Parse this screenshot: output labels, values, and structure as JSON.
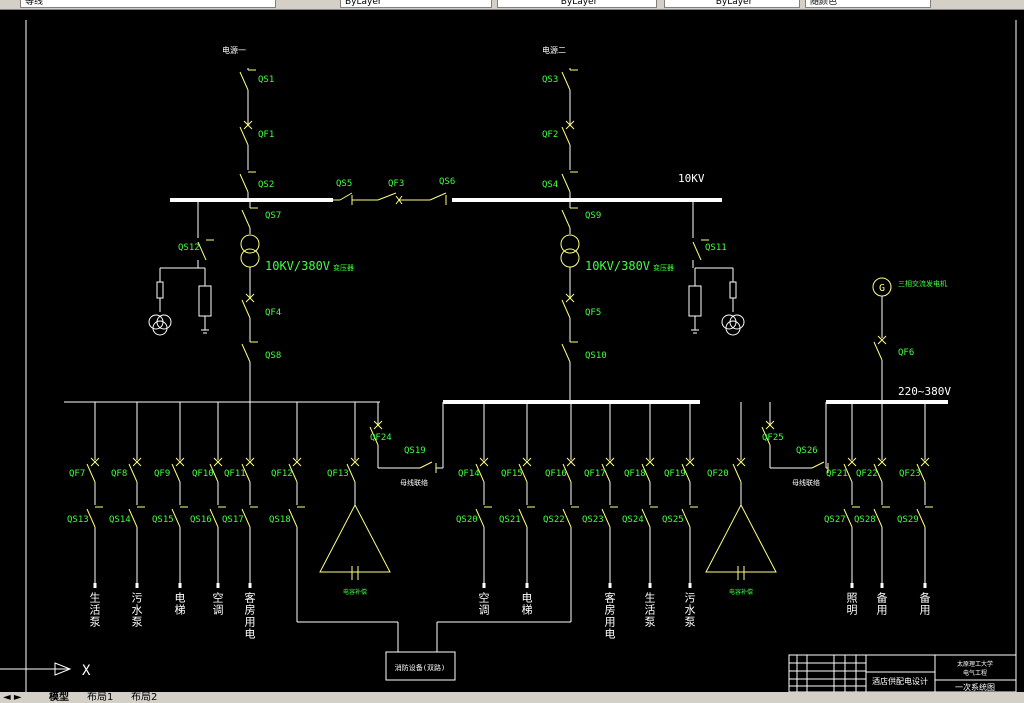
{
  "toolbar": {
    "linetype": "等线",
    "color": "ByLayer",
    "linetype_select": "ByLayer",
    "lineweight": "ByLayer",
    "plotstyle": "随颜色"
  },
  "tabs": [
    "模型",
    "布局1",
    "布局2"
  ],
  "colors": {
    "background": "#000000",
    "line": "#ffffff",
    "symbol": "#ffff80",
    "label": "#40ff40",
    "text": "#ffffff"
  },
  "drawing": {
    "source1": "电源一",
    "source2": "电源二",
    "bus_10kv": "10KV",
    "bus_lv": "220~380V",
    "transformer_label": "10KV/380V",
    "transformer_suffix": "变压器",
    "generator": "三相交流发电机",
    "tie_label": "母线联络",
    "capacitor_label": "电容补偿",
    "fire_box": "消防设备(双路)",
    "hv_labels": {
      "QS1": "QS1",
      "QF1": "QF1",
      "QS2": "QS2",
      "QS3": "QS3",
      "QF2": "QF2",
      "QS4": "QS4",
      "QS5": "QS5",
      "QF3": "QF3",
      "QS6": "QS6",
      "QS7": "QS7",
      "QS9": "QS9",
      "QS12": "QS12",
      "QS11": "QS11",
      "QF4": "QF4",
      "QS8": "QS8",
      "QF5": "QF5",
      "QS10": "QS10",
      "QF6": "QF6",
      "QF24": "QF24",
      "QS19": "QS19",
      "QF25": "QF25",
      "QS26": "QS26",
      "QF13": "QF13",
      "QF20": "QF20"
    },
    "feeders": [
      {
        "qf": "QF7",
        "qs": "QS13",
        "load": "生活泵"
      },
      {
        "qf": "QF8",
        "qs": "QS14",
        "load": "污水泵"
      },
      {
        "qf": "QF9",
        "qs": "QS15",
        "load": "电梯"
      },
      {
        "qf": "QF10",
        "qs": "QS16",
        "load": "空调"
      },
      {
        "qf": "QF11",
        "qs": "QS17",
        "load": "客房用电"
      },
      {
        "qf": "QF12",
        "qs": "QS18",
        "load": ""
      },
      {
        "qf": "QF14",
        "qs": "QS20",
        "load": "空调"
      },
      {
        "qf": "QF15",
        "qs": "QS21",
        "load": "电梯"
      },
      {
        "qf": "QF16",
        "qs": "QS22",
        "load": ""
      },
      {
        "qf": "QF17",
        "qs": "QS23",
        "load": "客房用电"
      },
      {
        "qf": "QF18",
        "qs": "QS24",
        "load": "生活泵"
      },
      {
        "qf": "QF19",
        "qs": "QS25",
        "load": "污水泵"
      },
      {
        "qf": "QF21",
        "qs": "QS27",
        "load": "照明"
      },
      {
        "qf": "QF22",
        "qs": "QS28",
        "load": "备用"
      },
      {
        "qf": "QF23",
        "qs": "QS29",
        "load": "备用"
      }
    ],
    "title_block": {
      "project": "酒店供配电设计",
      "school": "太原理工大学",
      "dept": "电气工程",
      "sheet": "一次系统图"
    }
  }
}
